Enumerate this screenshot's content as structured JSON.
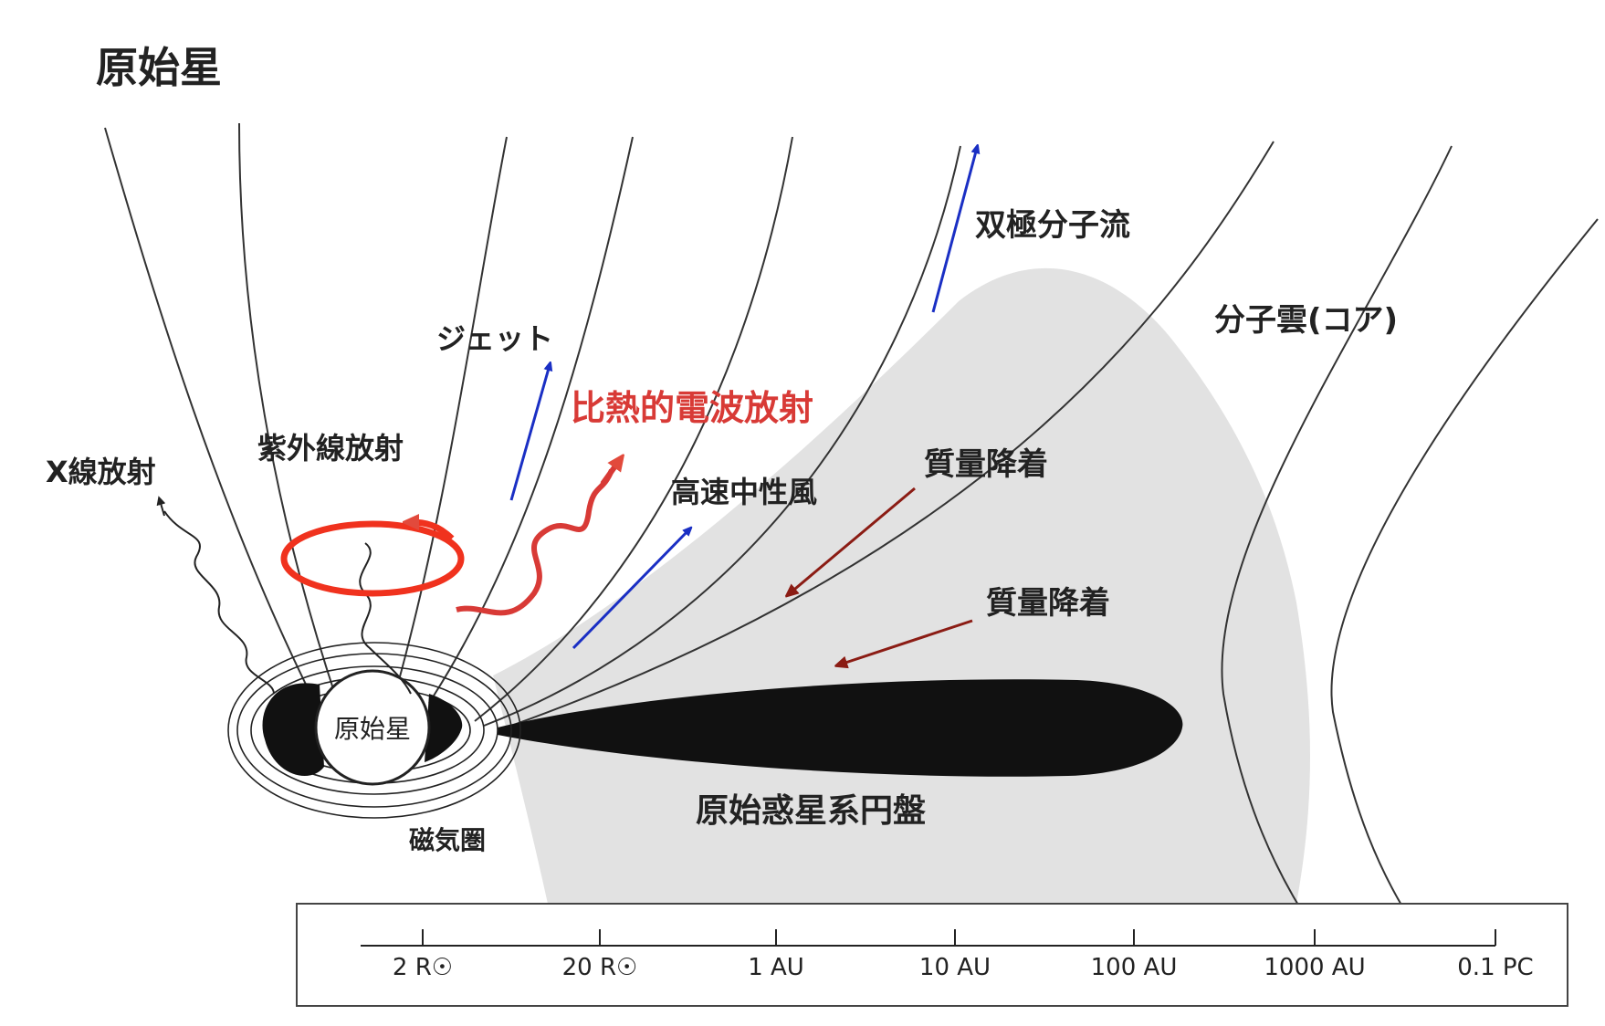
{
  "title": "原始星",
  "labels": {
    "star": "原始星",
    "xray": "X線放射",
    "uv": "紫外線放射",
    "jet": "ジェット",
    "nonthermal_radio": "比熱的電波放射",
    "neutral_wind": "高速中性風",
    "bipolar_flow": "双極分子流",
    "molecular_cloud": "分子雲(コア)",
    "accretion_1": "質量降着",
    "accretion_2": "質量降着",
    "magnetosphere": "磁気圏",
    "disk": "原始惑星系円盤"
  },
  "scale": {
    "ticks": [
      "2 R☉",
      "20 R☉",
      "1 AU",
      "10 AU",
      "100 AU",
      "1000 AU",
      "0.1 PC"
    ]
  },
  "colors": {
    "red_label": "#d83a36",
    "jet_arrow": "#1a2fc4",
    "accretion_arrow": "#8b1c14",
    "highlight_ellipse": "#f0321e",
    "envelope_gray": "#e2e2e2"
  }
}
